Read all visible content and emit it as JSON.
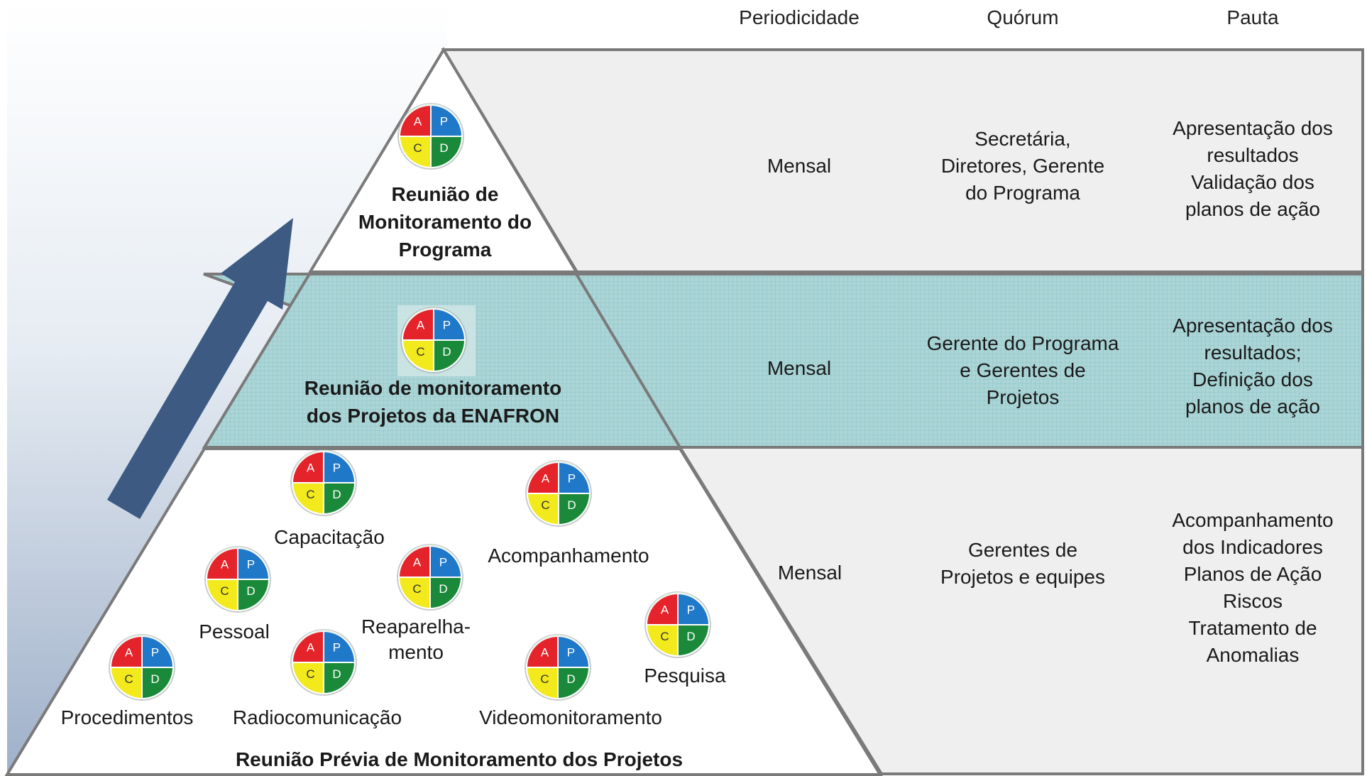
{
  "columns": {
    "periodicidade": "Periodicidade",
    "quorum": "Quórum",
    "pauta": "Pauta"
  },
  "levels": [
    {
      "title_lines": [
        "Reunião de",
        "Monitoramento do",
        "Programa"
      ],
      "periodicidade": "Mensal",
      "quorum_lines": [
        "Secretária,",
        "Diretores, Gerente",
        "do Programa"
      ],
      "pauta_lines": [
        "Apresentação dos",
        "resultados",
        "Validação dos",
        "planos de ação"
      ]
    },
    {
      "title_lines": [
        "Reunião de monitoramento",
        "dos Projetos da ENAFRON"
      ],
      "periodicidade": "Mensal",
      "quorum_lines": [
        "Gerente do Programa",
        "e Gerentes de",
        "Projetos"
      ],
      "pauta_lines": [
        "Apresentação dos",
        "resultados;",
        "Definição dos",
        "planos de ação"
      ]
    },
    {
      "title_lines": [
        "Reunião Prévia de Monitoramento dos Projetos"
      ],
      "periodicidade": "Mensal",
      "quorum_lines": [
        "Gerentes de",
        "Projetos e equipes"
      ],
      "pauta_lines": [
        "Acompanhamento",
        "dos Indicadores",
        "Planos de Ação",
        "Riscos",
        "Tratamento de",
        "Anomalias"
      ],
      "projects": [
        {
          "label_lines": [
            "Capacitação"
          ]
        },
        {
          "label_lines": [
            "Acompanhamento"
          ]
        },
        {
          "label_lines": [
            "Pessoal"
          ]
        },
        {
          "label_lines": [
            "Reaparelha-",
            "mento"
          ]
        },
        {
          "label_lines": [
            "Pesquisa"
          ]
        },
        {
          "label_lines": [
            "Procedimentos"
          ]
        },
        {
          "label_lines": [
            "Radiocomunicação"
          ]
        },
        {
          "label_lines": [
            "Videomonitoramento"
          ]
        }
      ]
    }
  ],
  "pdca": {
    "a": "A",
    "p": "P",
    "c": "C",
    "d": "D"
  },
  "colors": {
    "pdca_red": "#e4232a",
    "pdca_blue": "#1f78c8",
    "pdca_yellow": "#f2ea1d",
    "pdca_green": "#1a8a3a",
    "band_teal": "#a9d4d6",
    "row_gray": "#efefef",
    "arrow": "#3c5a82",
    "border": "#7a7a7a"
  }
}
